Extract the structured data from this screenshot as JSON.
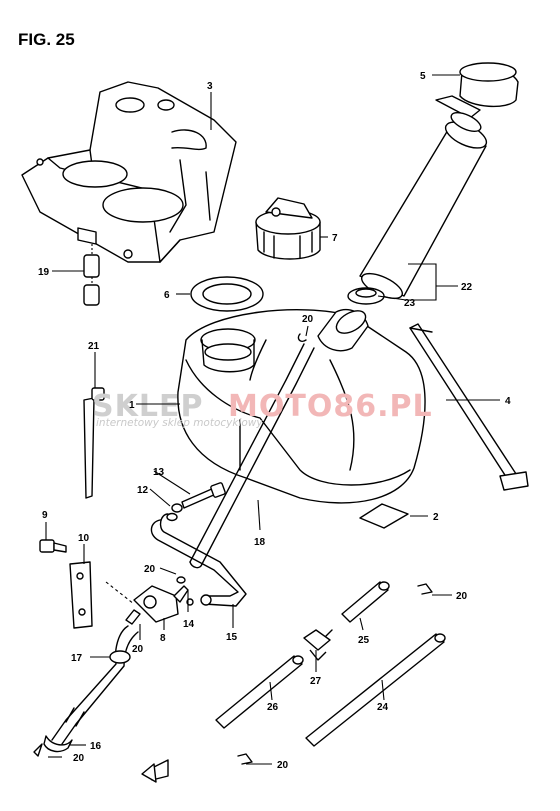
{
  "figure": {
    "title": "FIG. 25"
  },
  "watermark": {
    "brand_left": "SKLEP",
    "brand_right": "MOTO86.PL",
    "tagline": "internetowy sklep motocyklowy",
    "color_left": "#cfcfcf",
    "color_right": "#f2b7b7"
  },
  "callouts": [
    {
      "id": "c1",
      "label": "1"
    },
    {
      "id": "c2",
      "label": "2"
    },
    {
      "id": "c3",
      "label": "3"
    },
    {
      "id": "c4",
      "label": "4"
    },
    {
      "id": "c5",
      "label": "5"
    },
    {
      "id": "c6",
      "label": "6"
    },
    {
      "id": "c7",
      "label": "7"
    },
    {
      "id": "c8",
      "label": "8"
    },
    {
      "id": "c9",
      "label": "9"
    },
    {
      "id": "c10",
      "label": "10"
    },
    {
      "id": "c12",
      "label": "12"
    },
    {
      "id": "c13",
      "label": "13"
    },
    {
      "id": "c14",
      "label": "14"
    },
    {
      "id": "c15",
      "label": "15"
    },
    {
      "id": "c16",
      "label": "16"
    },
    {
      "id": "c17",
      "label": "17"
    },
    {
      "id": "c18",
      "label": "18"
    },
    {
      "id": "c19",
      "label": "19"
    },
    {
      "id": "c20a",
      "label": "20"
    },
    {
      "id": "c20b",
      "label": "20"
    },
    {
      "id": "c20c",
      "label": "20"
    },
    {
      "id": "c20d",
      "label": "20"
    },
    {
      "id": "c20e",
      "label": "20"
    },
    {
      "id": "c20f",
      "label": "20"
    },
    {
      "id": "c20g",
      "label": "20"
    },
    {
      "id": "c21",
      "label": "21"
    },
    {
      "id": "c22",
      "label": "22"
    },
    {
      "id": "c23",
      "label": "23"
    },
    {
      "id": "c24",
      "label": "24"
    },
    {
      "id": "c25",
      "label": "25"
    },
    {
      "id": "c26",
      "label": "26"
    },
    {
      "id": "c27",
      "label": "27"
    }
  ]
}
